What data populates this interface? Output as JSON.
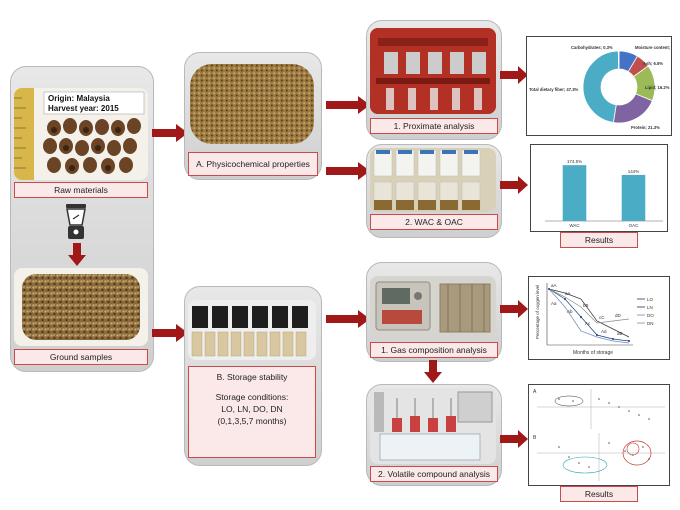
{
  "raw": {
    "origin": "Origin: Malaysia",
    "harvest": "Harvest year: 2015",
    "label": "Raw materials",
    "ground_label": "Ground samples"
  },
  "physico": {
    "label": "A. Physicochemical properties"
  },
  "storage": {
    "title": "B. Storage stability",
    "cond1": "Storage conditions:",
    "cond2": "LO, LN, DO, DN",
    "cond3": "(0,1,3,5,7 months)"
  },
  "steps": {
    "proximate": "1. Proximate analysis",
    "wac": "2. WAC & OAC",
    "gas": "1. Gas composition analysis",
    "volatile": "2. Volatile compound analysis"
  },
  "results_label": "Results",
  "donut": {
    "slices": [
      {
        "name": "Moisture content; 8.6%",
        "value": 8.6,
        "color": "#4472c4"
      },
      {
        "name": "Ash; 6.5%",
        "value": 6.5,
        "color": "#c0504d"
      },
      {
        "name": "Lipid; 16.2%",
        "value": 16.2,
        "color": "#9bbb59"
      },
      {
        "name": "Protein; 21.3%",
        "value": 21.3,
        "color": "#8064a2"
      },
      {
        "name": "Total dietary fiber; 47.3%",
        "value": 47.3,
        "color": "#4bacc6"
      },
      {
        "name": "Carbohydrates; 0.3%",
        "value": 0.3,
        "color": "#f79646"
      }
    ]
  },
  "bars": {
    "categories": [
      "WAC",
      "OAC"
    ],
    "values": [
      174.5,
      144
    ],
    "labels": [
      "174.5%",
      "144%"
    ],
    "color": "#4bacc6"
  },
  "line_chart": {
    "ylabel": "Percentage of oxygen level",
    "xlabel": "Months of storage",
    "legend": [
      "LO",
      "LN",
      "DO",
      "DN"
    ],
    "annotations": [
      "aA",
      "aA",
      "bB",
      "cC",
      "dD",
      "Aa",
      "Ab",
      "Ac",
      "Ad",
      "aB"
    ]
  },
  "pca": {
    "annotations": [
      "A",
      "B"
    ]
  }
}
